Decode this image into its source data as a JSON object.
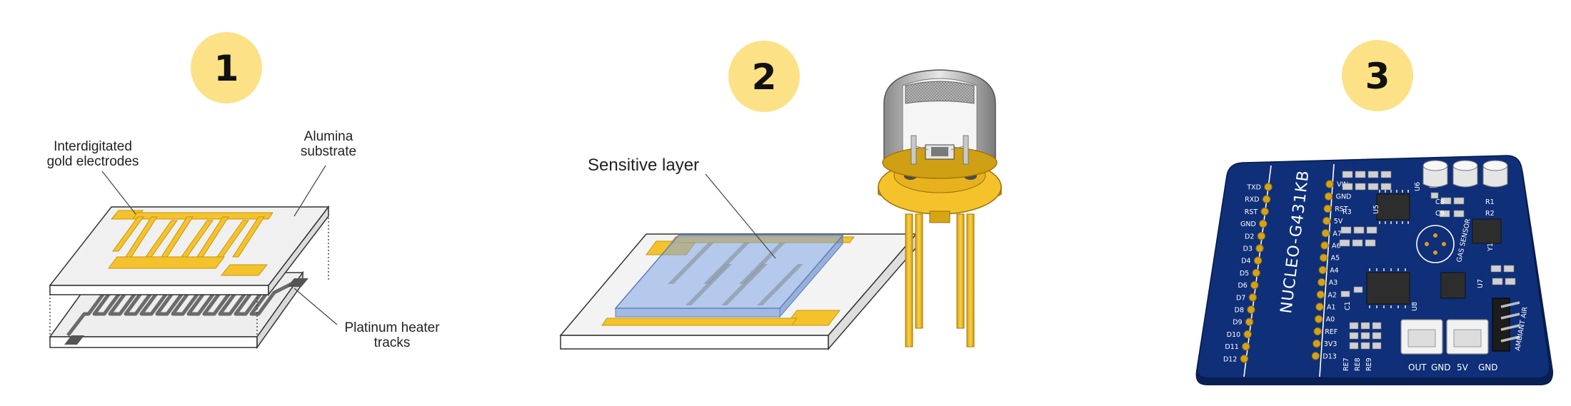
{
  "panel1": {
    "step": "1",
    "label_electrodes_1": "Interdigitated",
    "label_electrodes_2": "gold electrodes",
    "label_substrate_1": "Alumina",
    "label_substrate_2": "substrate",
    "label_heater_1": "Platinum heater",
    "label_heater_2": "tracks"
  },
  "panel2": {
    "step": "2",
    "label_sensitive": "Sensitive layer"
  },
  "panel3": {
    "step": "3",
    "board_name": "NUCLEO-G431KB",
    "gas_sensor": "GAS SENSOR",
    "ambiant_air": "AMBIANT AIR",
    "left_header": [
      "TXD",
      "RXD",
      "RST",
      "GND",
      "D2",
      "D3",
      "D4",
      "D5",
      "D6",
      "D7",
      "D8",
      "D9",
      "D10",
      "D11",
      "D12"
    ],
    "right_header": [
      "VIN",
      "GND",
      "RST",
      "5V",
      "A7",
      "A6",
      "A5",
      "A4",
      "A3",
      "A2",
      "A1",
      "A0",
      "REF",
      "3V3",
      "D13"
    ],
    "connector_labels": [
      "OUT",
      "GND",
      "5V",
      "GND"
    ],
    "ref_labels": [
      "RE7",
      "RE8",
      "RE9",
      "U8",
      "U5",
      "U6",
      "U7",
      "C1",
      "C8",
      "C9",
      "R1",
      "R2",
      "R3",
      "Y1"
    ]
  },
  "colors": {
    "badge": "#fde187",
    "gold": "#f4c22b",
    "gold_dark": "#c9950c",
    "substrate": "#ececec",
    "pcb": "#0f2f78",
    "sensitive_layer": "#7fa6e6"
  }
}
